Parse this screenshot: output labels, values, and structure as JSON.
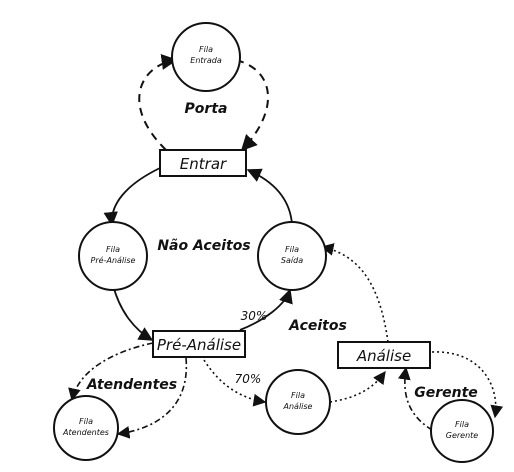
{
  "queues": {
    "entrada": {
      "line1": "Fila",
      "line2": "Entrada"
    },
    "pre_analise": {
      "line1": "Fila",
      "line2": "Pré-Análise"
    },
    "saida": {
      "line1": "Fila",
      "line2": "Saída"
    },
    "analise": {
      "line1": "Fila",
      "line2": "Análise"
    },
    "atendentes": {
      "line1": "Fila",
      "line2": "Atendentes"
    },
    "gerente": {
      "line1": "Fila",
      "line2": "Gerente"
    }
  },
  "stations": {
    "entrar": "Entrar",
    "pre_analise": "Pré-Análise",
    "analise": "Análise"
  },
  "labels": {
    "porta": "Porta",
    "nao_aceitos": "Não Aceitos",
    "aceitos": "Aceitos",
    "atendentes": "Atendentes",
    "gerente": "Gerente",
    "pct_30": "30%",
    "pct_70": "70%"
  }
}
